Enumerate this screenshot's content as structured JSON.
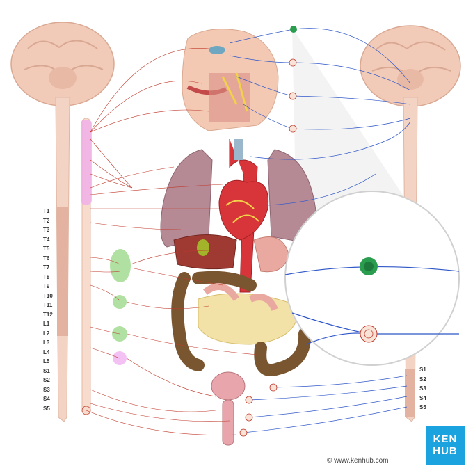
{
  "spinal_labels_left": [
    "T1",
    "T2",
    "T3",
    "T4",
    "T5",
    "T6",
    "T7",
    "T8",
    "T9",
    "T10",
    "T11",
    "T12",
    "L1",
    "L2",
    "L3",
    "L4",
    "L5",
    "S1",
    "S2",
    "S3",
    "S4",
    "S5"
  ],
  "spinal_labels_right": [
    "S1",
    "S2",
    "S3",
    "S4",
    "S5"
  ],
  "logo": {
    "line1": "KEN",
    "line2": "HUB"
  },
  "credit": "© www.kenhub.com",
  "colors": {
    "sympathetic": "#c0392b",
    "parasympathetic": "#2f57c8",
    "ganglion_green": "#8fd47a",
    "ganglion_pink": "#f0a6f0",
    "brain": "#f2cbb8",
    "cord": "#f3d3c4"
  }
}
